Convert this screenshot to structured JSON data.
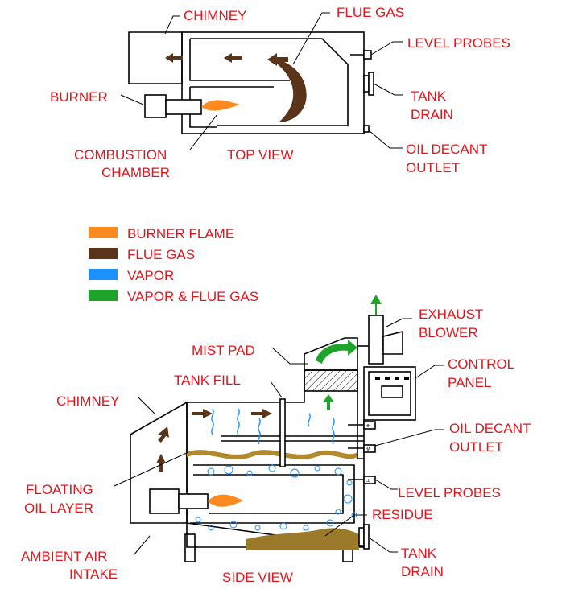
{
  "colors": {
    "label": "#e5141b",
    "burner_flame": "#ff8a1f",
    "flue_gas": "#5a3418",
    "vapor": "#1e8fff",
    "vapor_flue_gas": "#1fa32b",
    "oil": "#b08a2c",
    "residue": "#9a7a2a"
  },
  "top_view": {
    "title": "TOP VIEW",
    "labels": {
      "chimney": "CHIMNEY",
      "flue_gas": "FLUE GAS",
      "level_probes": "LEVEL PROBES",
      "burner": "BURNER",
      "tank": "TANK",
      "drain": "DRAIN",
      "combustion": "COMBUSTION",
      "chamber": "CHAMBER",
      "oil_decant": "OIL DECANT",
      "outlet": "OUTLET"
    }
  },
  "legend": [
    {
      "label": "BURNER FLAME",
      "color": "#ff8a1f",
      "icon": "swatch"
    },
    {
      "label": "FLUE GAS",
      "color": "#5a3418",
      "icon": "swatch"
    },
    {
      "label": "VAPOR",
      "color": "#1e8fff",
      "icon": "swatch"
    },
    {
      "label": "VAPOR & FLUE GAS",
      "color": "#1fa32b",
      "icon": "swatch"
    }
  ],
  "side_view": {
    "title": "SIDE VIEW",
    "labels": {
      "exhaust": "EXHAUST",
      "blower": "BLOWER",
      "mist_pad": "MIST PAD",
      "control": "CONTROL",
      "panel": "PANEL",
      "tank_fill": "TANK FILL",
      "chimney": "CHIMNEY",
      "oil_decant": "OIL DECANT",
      "outlet": "OUTLET",
      "floating": "FLOATING",
      "oil_layer": "OIL LAYER",
      "level_probes": "LEVEL PROBES",
      "residue": "RESIDUE",
      "ambient_air": "AMBIENT AIR",
      "intake": "INTAKE",
      "tank": "TANK",
      "drain": "DRAIN"
    },
    "probe_tags": [
      "HH",
      "HA",
      "LL"
    ]
  }
}
